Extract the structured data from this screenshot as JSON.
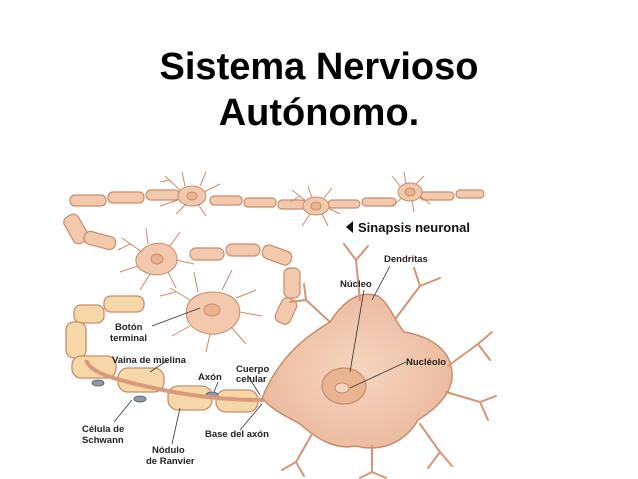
{
  "title": {
    "line1": "Sistema Nervioso",
    "line2": "Autónomo."
  },
  "diagram": {
    "synapse_label": "Sinapsis neuronal",
    "labels": {
      "dendritas": "Dendritas",
      "nucleo": "Núcleo",
      "nucleolo": "Nucléolo",
      "boton_terminal_1": "Botón",
      "boton_terminal_2": "terminal",
      "vaina": "Vaina de mielina",
      "axon": "Axón",
      "cuerpo_1": "Cuerpo",
      "cuerpo_2": "celular",
      "celula_1": "Célula de",
      "celula_2": "Schwann",
      "nodulo_1": "Nódulo",
      "nodulo_2": "de Ranvier",
      "base_axon": "Base del axón"
    },
    "colors": {
      "neuron_fill": "#f2c9ad",
      "neuron_stroke": "#c98b6b",
      "myelin_fill": "#f6d7a8",
      "nucleus_fill": "#e9b48f",
      "line": "#333333"
    }
  }
}
